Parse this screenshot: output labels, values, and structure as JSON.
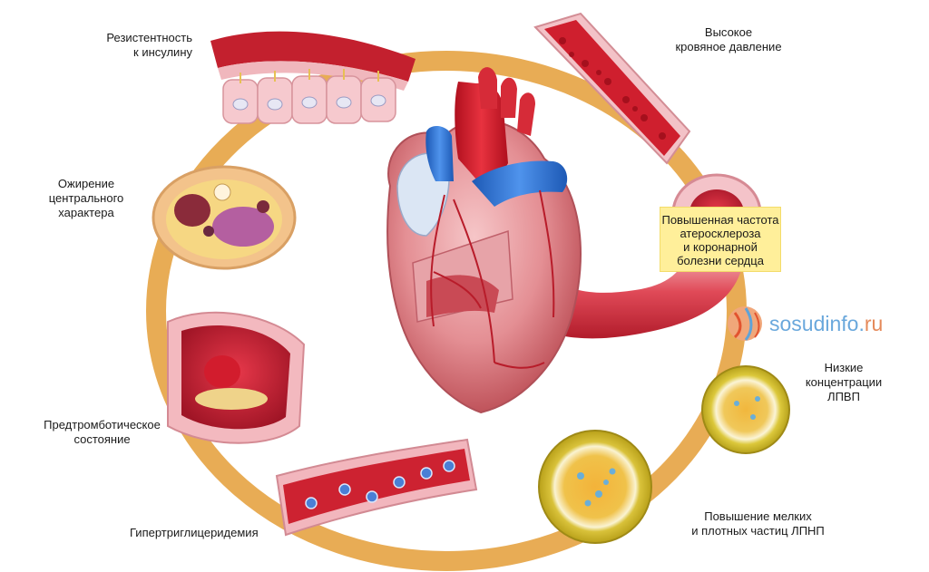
{
  "labels": {
    "insulin_resistance": [
      "Резистентность",
      "к инсулину"
    ],
    "high_blood_pressure": [
      "Высокое",
      "кровяное давление"
    ],
    "central_obesity": [
      "Ожирение",
      "центрального",
      "характера"
    ],
    "atherosclerosis_callout": [
      "Повышенная частота",
      "атеросклероза",
      "и коронарной",
      "болезни сердца"
    ],
    "low_hdl": [
      "Низкие",
      "концентрации",
      "ЛПВП"
    ],
    "prothrombotic_state": [
      "Предтромботическое",
      "состояние"
    ],
    "hypertriglyceridemia": [
      "Гипертриглицеридемия"
    ],
    "small_dense_ldl": [
      "Повышение мелких",
      "и плотных частиц ЛПНП"
    ]
  },
  "watermark": {
    "site": "sosudinfo",
    "dot": ".",
    "tld": "ru"
  },
  "colors": {
    "cycle_ring": "#e8ac55",
    "artery_red": "#d92b3a",
    "vessel_wall": "#f2b6bd",
    "heart_red": "#e0323f",
    "vein_blue": "#2f74d6",
    "lipoprotein_yellow": "#e2c21e",
    "callout_bg": "#ffef9a",
    "watermark_blue": "#6aa8dc",
    "watermark_orange": "#e58a5a"
  }
}
